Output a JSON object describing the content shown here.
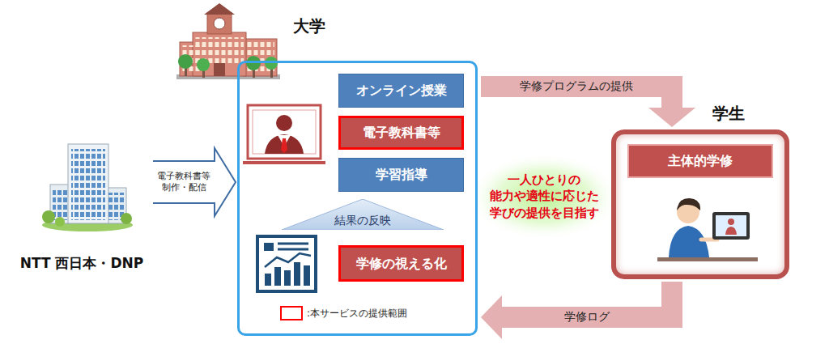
{
  "diagram": {
    "nodes": [
      {
        "text": [
          "NTT 西日本・DNP"
        ]
      },
      {
        "text": [
          "大学"
        ]
      },
      {
        "text": [
          "オンライン授業"
        ],
        "in": 1
      },
      {
        "text": [
          "電子教科書等"
        ],
        "in": 1
      },
      {
        "text": [
          "学習指導"
        ],
        "in": 1
      },
      {
        "text": [
          "結果の反映"
        ],
        "in": 1
      },
      {
        "text": [
          "学修の視える化"
        ],
        "in": 1
      },
      {
        "text": [
          "学生"
        ]
      },
      {
        "text": [
          "主体的学修"
        ],
        "in": 7
      }
    ],
    "edges": [
      {
        "from": 0,
        "to": 1,
        "arrow": "to",
        "label": "電子教科書等 制作・配信"
      },
      {
        "from": 1,
        "to": 7,
        "arrow": "to",
        "label": "学修プログラムの提供"
      },
      {
        "from": 7,
        "to": 1,
        "arrow": "to",
        "label": "学修ログ"
      }
    ],
    "labels": [
      "一人ひとりの 能力や適性に応じた 学びの提供を目指す"
    ],
    "legend": [
      {
        "text": ":本サービスの提供範囲"
      }
    ]
  }
}
